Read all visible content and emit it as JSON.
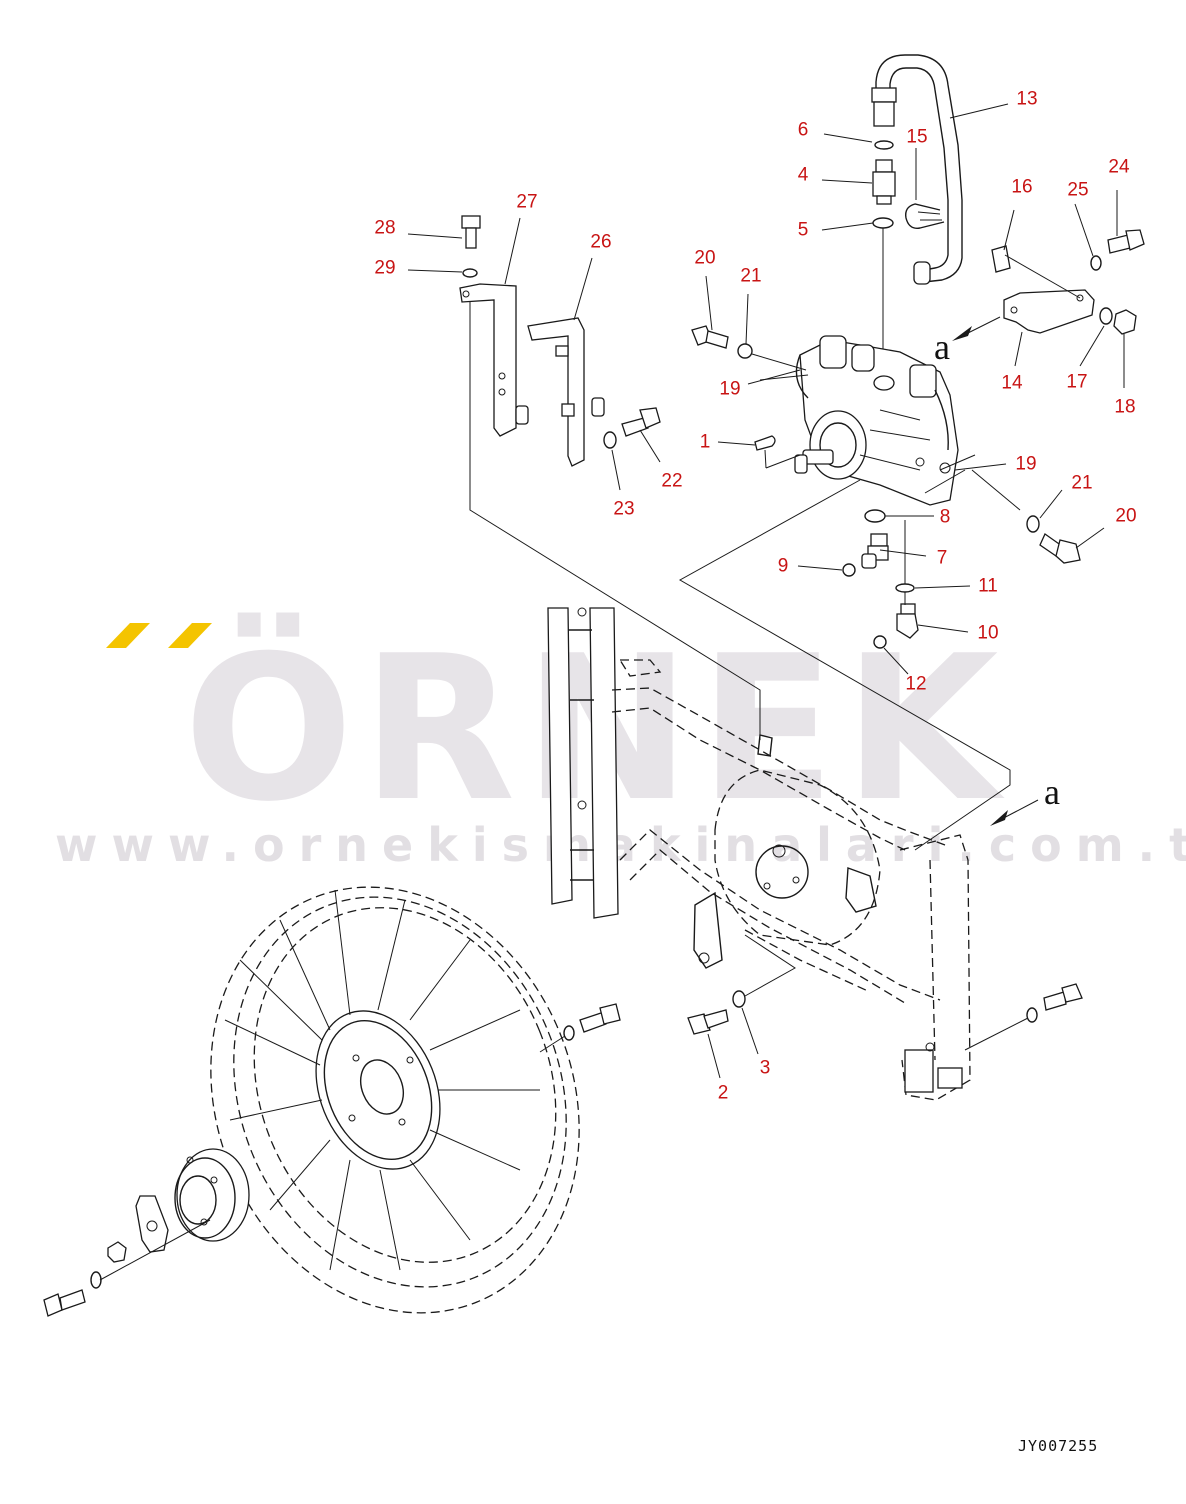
{
  "watermark": {
    "brand": "ÖRNEK",
    "url": "www.ornekismakinalari.com.tr",
    "accent_color": "#f4c400"
  },
  "drawing_code": "JY007255",
  "view_marker": "a",
  "callouts": [
    {
      "id": "13",
      "text": "13"
    },
    {
      "id": "6",
      "text": "6"
    },
    {
      "id": "15",
      "text": "15"
    },
    {
      "id": "4",
      "text": "4"
    },
    {
      "id": "16",
      "text": "16"
    },
    {
      "id": "24",
      "text": "24"
    },
    {
      "id": "25",
      "text": "25"
    },
    {
      "id": "5",
      "text": "5"
    },
    {
      "id": "27",
      "text": "27"
    },
    {
      "id": "28",
      "text": "28"
    },
    {
      "id": "26",
      "text": "26"
    },
    {
      "id": "29",
      "text": "29"
    },
    {
      "id": "20a",
      "text": "20"
    },
    {
      "id": "21a",
      "text": "21"
    },
    {
      "id": "14",
      "text": "14"
    },
    {
      "id": "17",
      "text": "17"
    },
    {
      "id": "18",
      "text": "18"
    },
    {
      "id": "19a",
      "text": "19"
    },
    {
      "id": "1",
      "text": "1"
    },
    {
      "id": "19b",
      "text": "19"
    },
    {
      "id": "22",
      "text": "22"
    },
    {
      "id": "21b",
      "text": "21"
    },
    {
      "id": "23",
      "text": "23"
    },
    {
      "id": "8",
      "text": "8"
    },
    {
      "id": "20b",
      "text": "20"
    },
    {
      "id": "7",
      "text": "7"
    },
    {
      "id": "9",
      "text": "9"
    },
    {
      "id": "11",
      "text": "11"
    },
    {
      "id": "10",
      "text": "10"
    },
    {
      "id": "12",
      "text": "12"
    },
    {
      "id": "3",
      "text": "3"
    },
    {
      "id": "2",
      "text": "2"
    }
  ]
}
